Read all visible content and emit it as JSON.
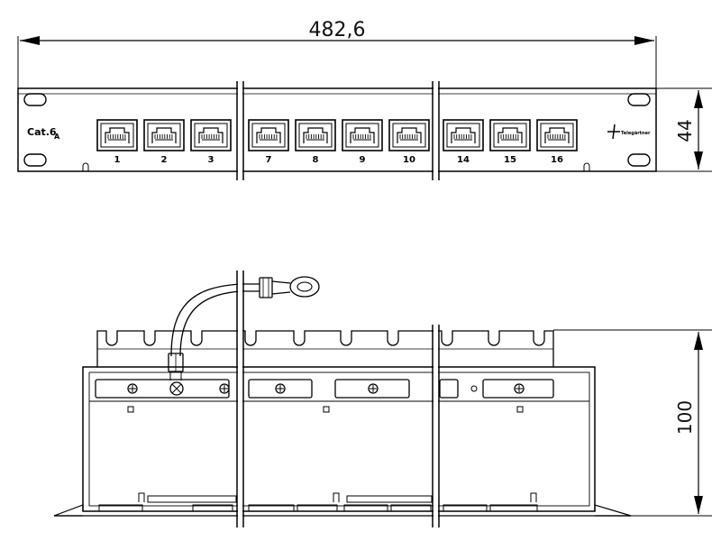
{
  "front_view": {
    "width_label": "482,6",
    "height_label": "44",
    "category_main": "Cat.6",
    "category_sub": "A",
    "brand": "Telegärtner",
    "port_groups": [
      [
        "1",
        "2",
        "3"
      ],
      [
        "7",
        "8",
        "9",
        "10"
      ],
      [
        "14",
        "15",
        "16"
      ]
    ]
  },
  "top_view": {
    "depth_label": "100"
  }
}
